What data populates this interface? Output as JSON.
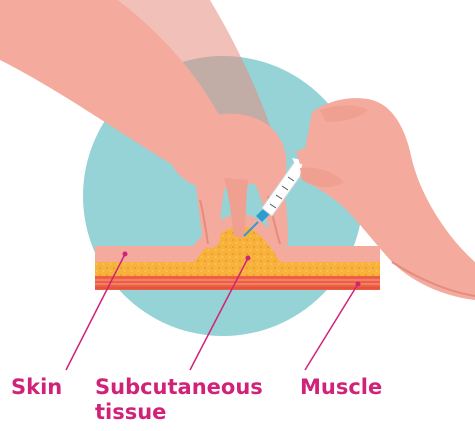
{
  "labels": {
    "skin": "Skin",
    "subcutaneous_line1": "Subcutaneous",
    "subcutaneous_line2": "tissue",
    "muscle": "Muscle"
  },
  "colors": {
    "circle": "#96d3d6",
    "skin_tone": "#f4aa9c",
    "skin_shadow": "#e58c80",
    "fat": "#f7b23c",
    "fat_dots": "#f49a2c",
    "muscle": "#ec5f45",
    "muscle_stripe": "#f58a6e",
    "leader_lines": "#d1227a",
    "syringe": "#ffffff",
    "needle": "#2f9bd0"
  }
}
